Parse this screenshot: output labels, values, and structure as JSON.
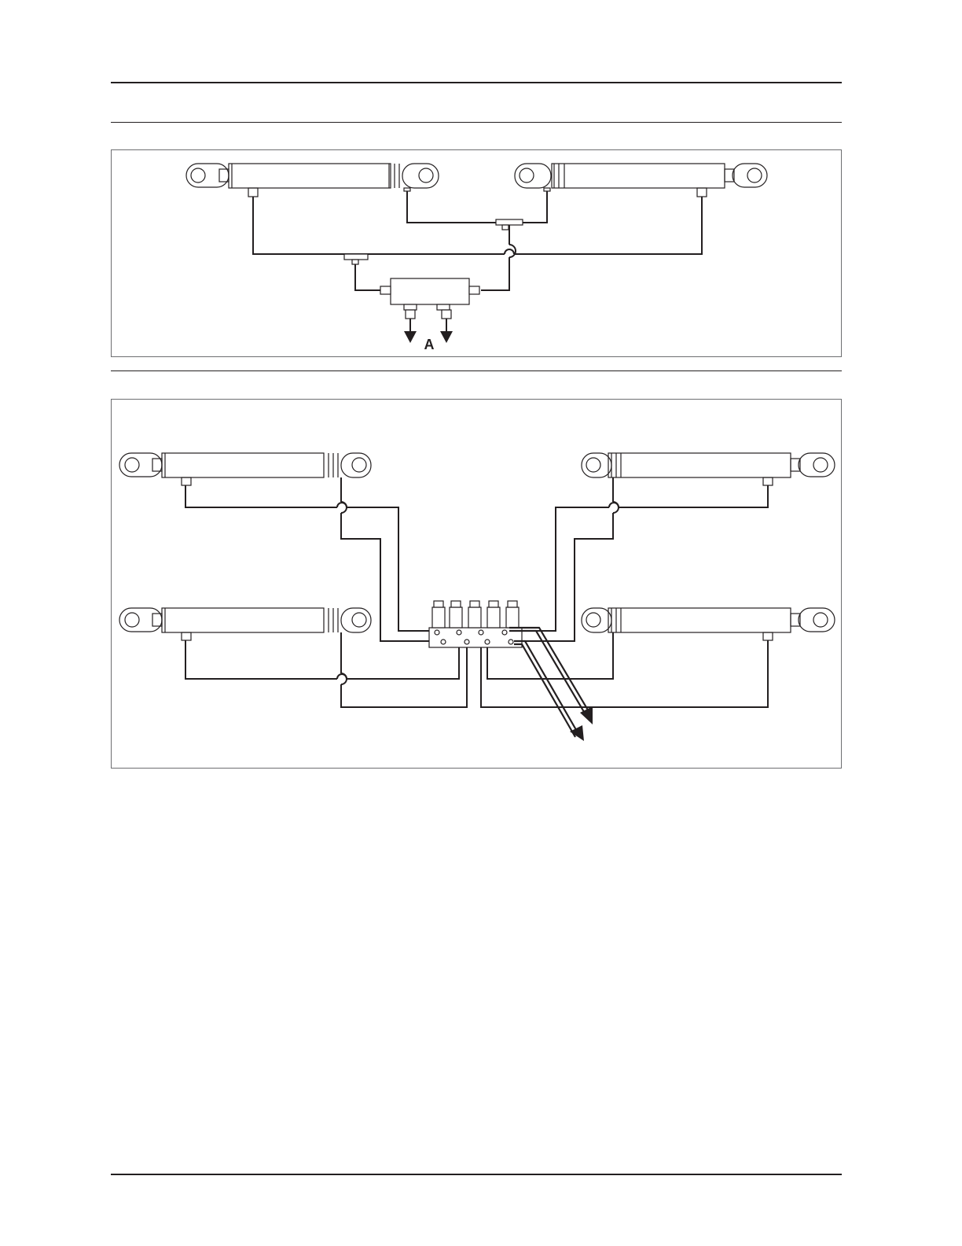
{
  "colors": {
    "line": "#231f20",
    "frame": "#6d6e71",
    "background": "#ffffff"
  },
  "diagrams": [
    {
      "id": "hydraulic-two-cylinder",
      "components": [
        "hydraulic-cylinder",
        "hydraulic-cylinder",
        "tee-fitting",
        "tee-fitting",
        "valve-block",
        "supply-port",
        "return-port"
      ],
      "callout": "A"
    },
    {
      "id": "hydraulic-four-cylinder",
      "components": [
        "hydraulic-cylinder",
        "hydraulic-cylinder",
        "hydraulic-cylinder",
        "hydraulic-cylinder",
        "distribution-manifold",
        "supply-port",
        "return-port"
      ]
    }
  ]
}
